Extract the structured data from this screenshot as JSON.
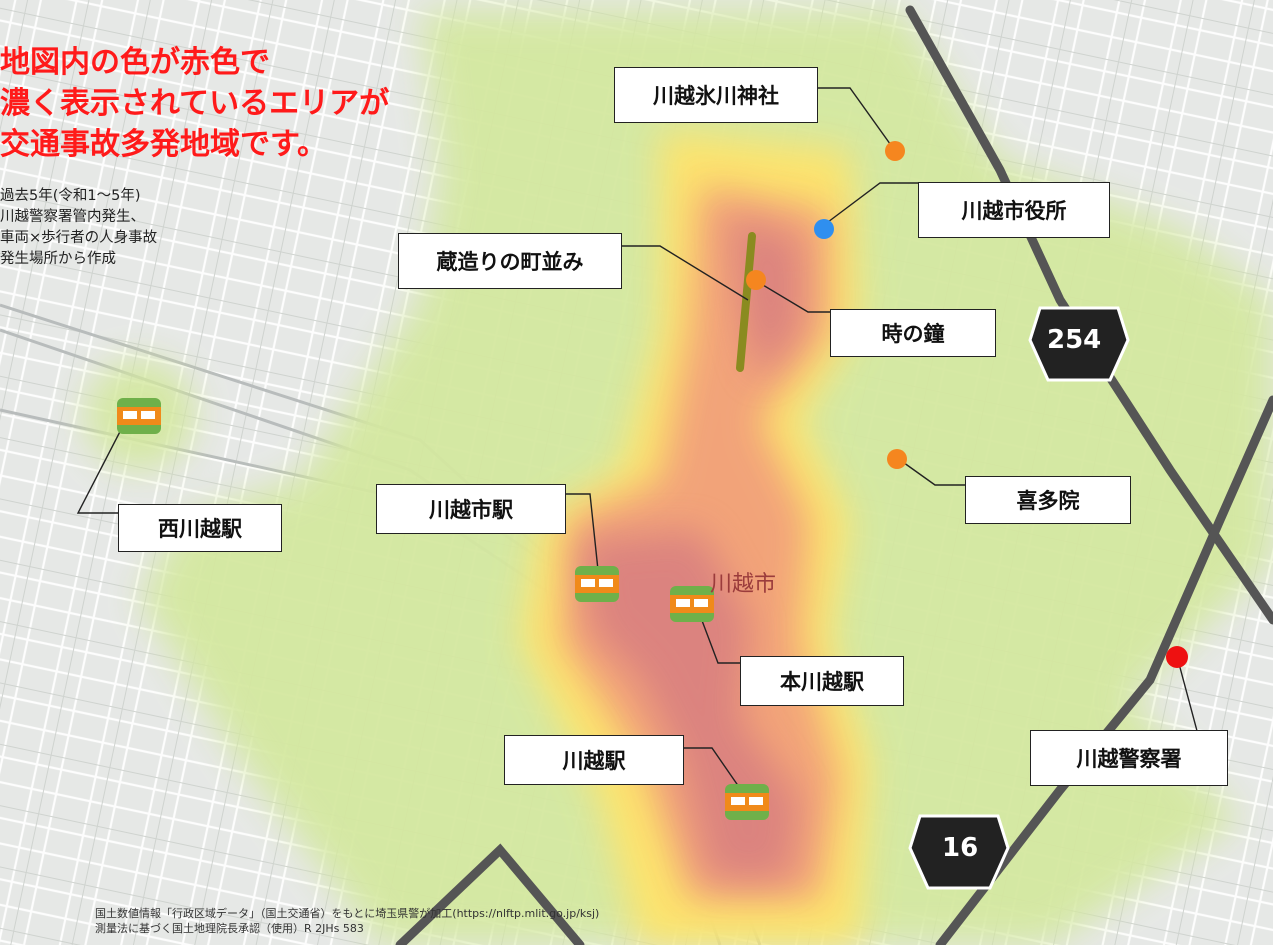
{
  "headline": [
    "地図内の色が赤色で",
    "濃く表示されているエリアが",
    "交通事故多発地域です。"
  ],
  "note": [
    "過去5年(令和1～5年)",
    "川越警察署管内発生、",
    "車両×歩行者の人身事故",
    "発生場所から作成"
  ],
  "places": {
    "hikawa_shrine": "川越氷川神社",
    "city_office": "川越市役所",
    "kurazukuri": "蔵造りの町並み",
    "toki_no_kane": "時の鐘",
    "kitain": "喜多院",
    "nishi_kawagoe_station": "西川越駅",
    "kawagoeshi_station": "川越市駅",
    "honkawagoe_station": "本川越駅",
    "kawagoe_station": "川越駅",
    "police_station": "川越警察署"
  },
  "city_name": "川越市",
  "routes": {
    "r254": "254",
    "r16": "16"
  },
  "credit": [
    "国土数値情報「行政区域データ」（国土交通省）をもとに埼玉県警が加工(https://nlftp.mlit.go.jp/ksj)",
    "測量法に基づく国土地理院長承認（使用）R 2JHs 583"
  ],
  "colors": {
    "headline": "#ff1a1a",
    "heat_low": "#d4e8a0",
    "heat_mid": "#ffe36a",
    "heat_high": "#f2a07a",
    "heat_max": "#d98080",
    "poi_orange": "#f5861f",
    "poi_blue": "#2f8fef",
    "poi_red": "#ee1111",
    "road_major": "#555555"
  }
}
